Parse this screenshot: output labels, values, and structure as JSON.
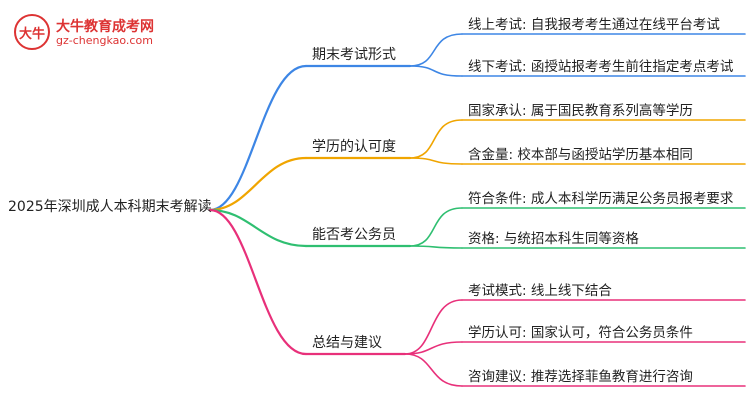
{
  "logo": {
    "badge_text": "大牛",
    "title": "大牛教育成考网",
    "url": "gz-chengkao.com"
  },
  "root": {
    "label": "2025年深圳成人本科期末考解读"
  },
  "branches": [
    {
      "label": "期末考试形式",
      "color": "#3d86e5",
      "leaves": [
        "线上考试: 自我报考考生通过在线平台考试",
        "线下考试: 函授站报考考生前往指定考点考试"
      ]
    },
    {
      "label": "学历的认可度",
      "color": "#f0a500",
      "leaves": [
        "国家承认: 属于国民教育系列高等学历",
        "含金量: 校本部与函授站学历基本相同"
      ]
    },
    {
      "label": "能否考公务员",
      "color": "#2fbf71",
      "leaves": [
        "符合条件: 成人本科学历满足公务员报考要求",
        "资格: 与统招本科生同等资格"
      ]
    },
    {
      "label": "总结与建议",
      "color": "#e8307a",
      "leaves": [
        "考试模式: 线上线下结合",
        "学历认可: 国家认可，符合公务员条件",
        "咨询建议: 推荐选择菲鱼教育进行咨询"
      ]
    }
  ]
}
